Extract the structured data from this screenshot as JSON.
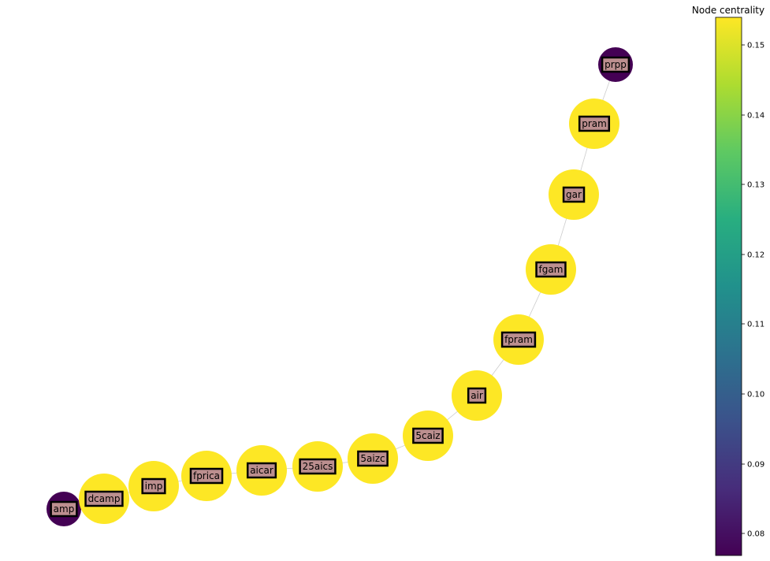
{
  "colorbar": {
    "title": "Node centrality",
    "ticks": [
      "0.08",
      "0.09",
      "0.10",
      "0.11",
      "0.12",
      "0.13",
      "0.14",
      "0.15"
    ],
    "min_color": "#440154",
    "max_color": "#fde725"
  },
  "colors": {
    "label_fill": "#bc8f8f",
    "label_border": "#000000",
    "edge": "#cccccc"
  },
  "nodes": [
    {
      "id": "amp",
      "centrality_level": "low"
    },
    {
      "id": "dcamp",
      "centrality_level": "high"
    },
    {
      "id": "imp",
      "centrality_level": "high"
    },
    {
      "id": "fprica",
      "centrality_level": "high"
    },
    {
      "id": "aicar",
      "centrality_level": "high"
    },
    {
      "id": "25aics",
      "centrality_level": "high"
    },
    {
      "id": "5aizc",
      "centrality_level": "high"
    },
    {
      "id": "5caiz",
      "centrality_level": "high"
    },
    {
      "id": "air",
      "centrality_level": "high"
    },
    {
      "id": "fpram",
      "centrality_level": "high"
    },
    {
      "id": "fgam",
      "centrality_level": "high"
    },
    {
      "id": "gar",
      "centrality_level": "high"
    },
    {
      "id": "pram",
      "centrality_level": "high"
    },
    {
      "id": "prpp",
      "centrality_level": "low"
    }
  ],
  "edges": [
    [
      "amp",
      "dcamp"
    ],
    [
      "dcamp",
      "imp"
    ],
    [
      "imp",
      "fprica"
    ],
    [
      "fprica",
      "aicar"
    ],
    [
      "aicar",
      "25aics"
    ],
    [
      "25aics",
      "5aizc"
    ],
    [
      "5aizc",
      "5caiz"
    ],
    [
      "5caiz",
      "air"
    ],
    [
      "air",
      "fpram"
    ],
    [
      "fpram",
      "fgam"
    ],
    [
      "fgam",
      "gar"
    ],
    [
      "gar",
      "pram"
    ],
    [
      "pram",
      "prpp"
    ]
  ]
}
